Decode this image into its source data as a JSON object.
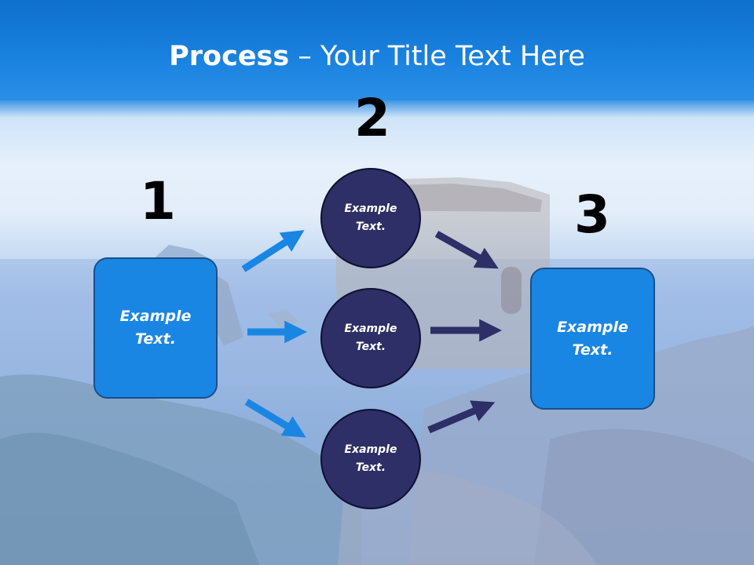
{
  "title": {
    "bold": "Process",
    "rest": " – Your Title Text Here"
  },
  "steps": {
    "one": "1",
    "two": "2",
    "three": "3"
  },
  "left_box": {
    "text": "Example\nText."
  },
  "right_box": {
    "text": "Example\nText."
  },
  "circles": [
    {
      "text": "Example\nText."
    },
    {
      "text": "Example\nText."
    },
    {
      "text": "Example\nText."
    }
  ],
  "colors": {
    "title_band": "#1a82e0",
    "box_fill": "#1a86e4",
    "circle_fill": "#2d2f66",
    "arrow_light": "#1a86e4",
    "arrow_dark": "#2d2f66"
  },
  "background": {
    "image": "coastal-tower-landscape"
  }
}
